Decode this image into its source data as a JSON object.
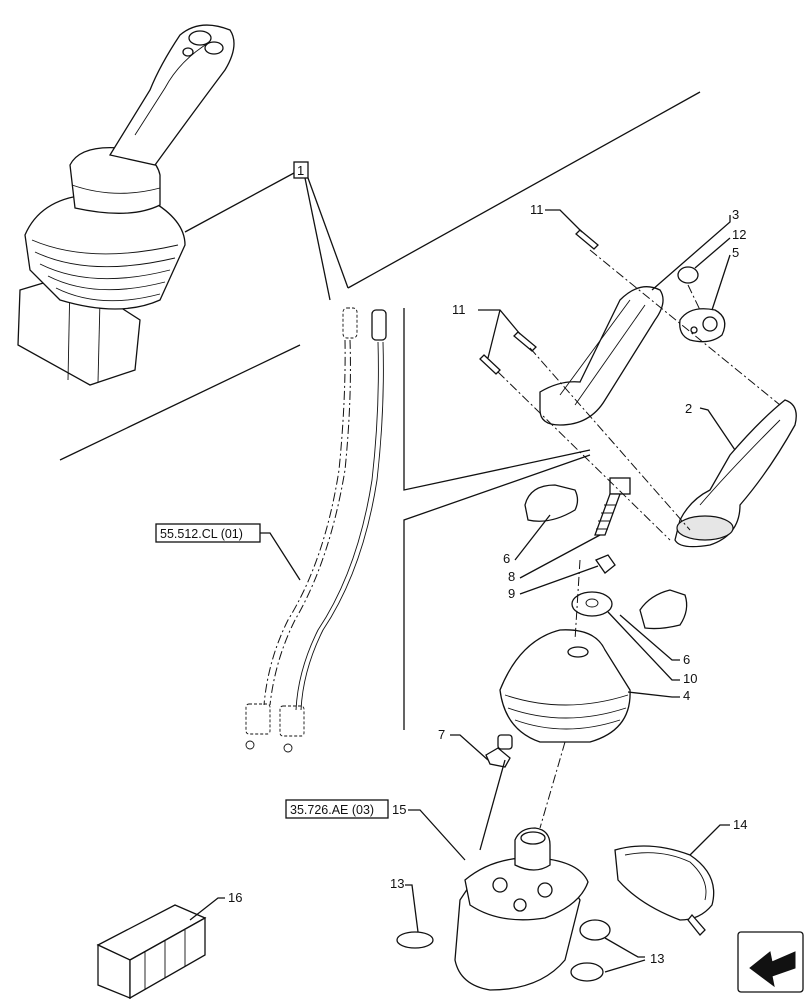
{
  "diagram": {
    "callouts": {
      "c1": "1",
      "c2": "2",
      "c3": "3",
      "c4": "4",
      "c5": "5",
      "c6a": "6",
      "c6b": "6",
      "c7": "7",
      "c8": "8",
      "c9": "9",
      "c10": "10",
      "c11a": "11",
      "c11b": "11",
      "c12": "12",
      "c13a": "13",
      "c13b": "13",
      "c14": "14",
      "c15": "15",
      "c16": "16"
    },
    "references": {
      "ref_wiring": "55.512.CL (01)",
      "ref_valve": "35.726.AE (03)"
    },
    "icons": {
      "nav": "arrow-icon",
      "box": "crate-icon"
    }
  }
}
